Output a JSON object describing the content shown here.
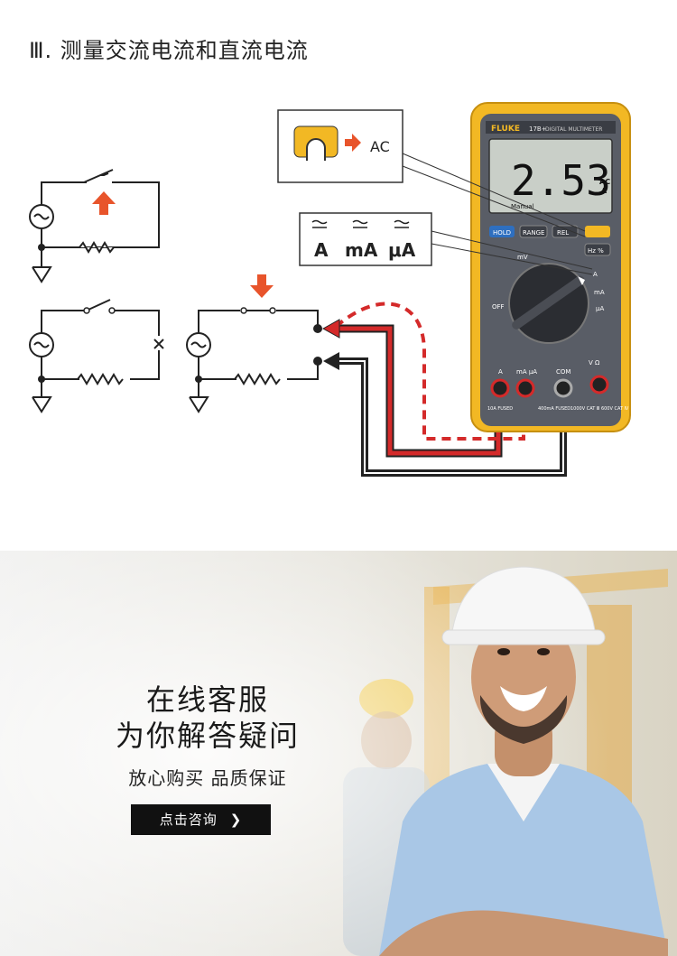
{
  "section": {
    "title": "Ⅲ. 测量交流电流和直流电流"
  },
  "meter": {
    "brand": "FLUKE",
    "model": "17B+",
    "model_desc": "DIGITAL MULTIMETER",
    "reading": "2.53",
    "unit_top": "AC",
    "unit_bottom": "A",
    "mode": "Manual",
    "buttons": [
      "HOLD",
      "RANGE",
      "REL",
      "Hz %"
    ],
    "jacks": [
      "A",
      "mA μA",
      "COM",
      "V Ω"
    ],
    "jack_notes": [
      "10A FUSED",
      "400mA FUSED",
      "1000V CAT Ⅲ 600V CAT Ⅳ"
    ],
    "dial": {
      "off_label": "OFF",
      "ranges": [
        "mV",
        "A",
        "mA",
        "μA"
      ]
    }
  },
  "callouts": {
    "ac_label": "AC",
    "current_ranges": [
      "A",
      "mA",
      "μA"
    ]
  },
  "promo": {
    "headline_1": "在线客服",
    "headline_2": "为你解答疑问",
    "subline": "放心购买  品质保证",
    "cta_label": "点击咨询",
    "cta_icon": "chevron-right-icon"
  },
  "colors": {
    "meter_body": "#f2b824",
    "wire_red": "#d42a2a",
    "wire_black": "#222222",
    "arrow": "#e8542b"
  }
}
